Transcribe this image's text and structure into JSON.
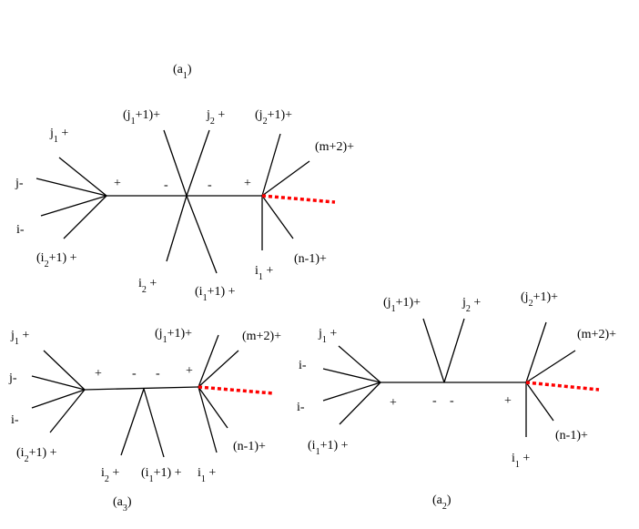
{
  "colors": {
    "line": "#000000",
    "cut": "#ff0000",
    "background": "#ffffff"
  },
  "panels": {
    "a1": {
      "caption": "a1",
      "labels": {
        "j1p": "j1 +",
        "jm": "j-",
        "im": "i-",
        "i2p1": "(i2+1) +",
        "j1p1": "(j1+1)+",
        "j2p": "j2 +",
        "j2p1": "(j2+1)+",
        "m2": "(m+2)+",
        "i2p": "i2 +",
        "i1p1": "(i1+1) +",
        "i1p": "i1 +",
        "n1": "(n-1)+"
      },
      "signs": [
        "+",
        "-",
        "-",
        "+"
      ]
    },
    "a2": {
      "caption": "a2",
      "labels": {
        "j1p1": "(j1+1)+",
        "j2p": "j2 +",
        "j2p1": "(j2+1)+",
        "m2": "(m+2)+",
        "j1p": "j1 +",
        "im_top": "i-",
        "im_bottom": "i-",
        "i1p1": "(i1+1) +",
        "n1": "(n-1)+",
        "i1p": "i1 +"
      },
      "signs": [
        "+",
        "-",
        "-",
        "+"
      ]
    },
    "a3": {
      "caption": "a3",
      "labels": {
        "j1p": "j1 +",
        "jm": "j-",
        "im": "i-",
        "i2p1": "(i2+1) +",
        "j1p1": "(j1+1)+",
        "m2": "(m+2)+",
        "n1": "(n-1)+",
        "i2p": "i2 +",
        "i1p1": "(i1+1) +",
        "i1p": "i1 +"
      },
      "signs": [
        "+",
        "-",
        "-",
        "+"
      ]
    }
  }
}
